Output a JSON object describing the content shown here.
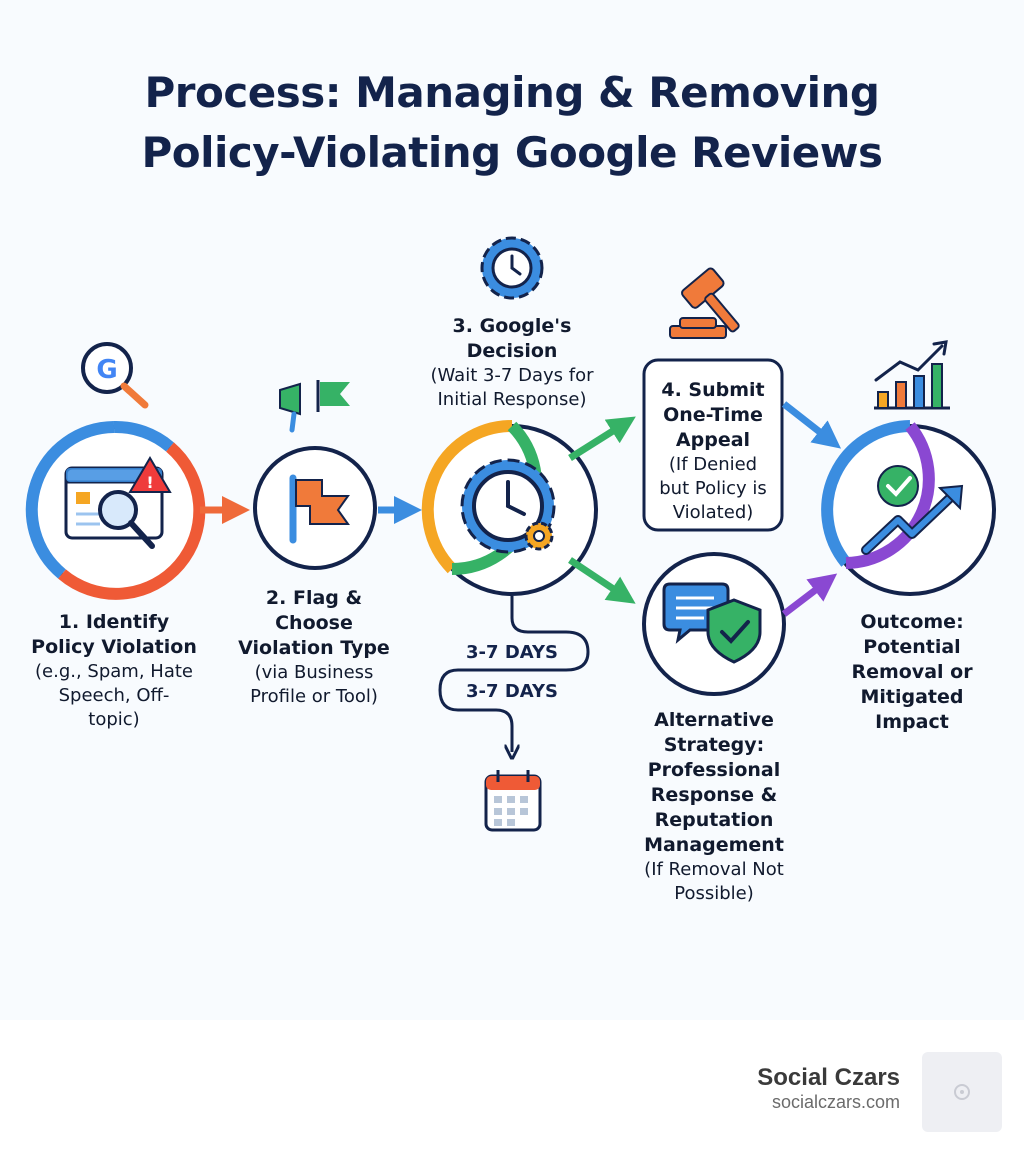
{
  "title": {
    "line1": "Process: Managing & Removing",
    "line2": "Policy-Violating Google Reviews"
  },
  "steps": [
    {
      "heading": "1. Identify Policy Violation",
      "h1": "1. Identify",
      "h2": "Policy Violation",
      "sub1": "(e.g., Spam, Hate",
      "sub2": "Speech, Off-",
      "sub3": "topic)",
      "icon": "browser-magnifier-warning-icon",
      "top_icon": "google-search-icon"
    },
    {
      "heading": "2. Flag & Choose Violation Type",
      "h1": "2. Flag &",
      "h2": "Choose",
      "h3": "Violation Type",
      "sub1": "(via Business",
      "sub2": "Profile or Tool)",
      "icon": "flag-icon",
      "top_icon": "megaphone-flag-icon"
    },
    {
      "heading": "3. Google's Decision",
      "h1": "3. Google's",
      "h2": "Decision",
      "sub1": "(Wait 3-7 Days for",
      "sub2": "Initial Response)",
      "icon": "clock-gear-icon",
      "top_icon": "gear-clock-icon"
    },
    {
      "heading": "4. Submit One-Time Appeal",
      "h1": "4. Submit",
      "h2": "One-Time",
      "h3": "Appeal",
      "sub1": "(If Denied",
      "sub2": "but Policy is",
      "sub3": "Violated)",
      "top_icon": "gavel-icon"
    },
    {
      "heading": "Alternative Strategy: Professional Response & Reputation Management",
      "h1": "Alternative",
      "h2": "Strategy:",
      "h3": "Professional",
      "h4": "Response &",
      "h5": "Reputation",
      "h6": "Management",
      "sub1": "(If Removal Not",
      "sub2": "Possible)",
      "icon": "chat-shield-icon"
    },
    {
      "heading": "Outcome: Potential Removal or Mitigated Impact",
      "h1": "Outcome:",
      "h2": "Potential",
      "h3": "Removal or",
      "h4": "Mitigated",
      "h5": "Impact",
      "icon": "check-trend-icon",
      "top_icon": "bar-chart-up-icon"
    }
  ],
  "timeline": {
    "label_1": "3-7 DAYS",
    "label_2": "3-7 DAYS",
    "icon": "calendar-icon"
  },
  "brand": {
    "name": "Social Czars",
    "url": "socialczars.com"
  },
  "colors": {
    "navy": "#13234b",
    "blue": "#3b8de0",
    "orange": "#f07a3a",
    "red": "#ef5a36",
    "green": "#36b266",
    "purple": "#8a48d2",
    "teal": "#1f9e6e"
  }
}
